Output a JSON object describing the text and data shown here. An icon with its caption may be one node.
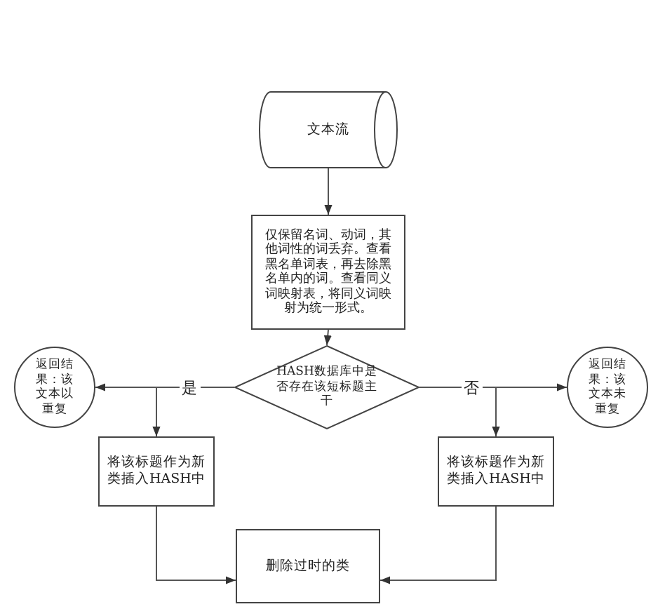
{
  "diagram": {
    "nodes": [
      {
        "text": [
          "文本流"
        ]
      },
      {
        "text": [
          "仅保留名词、动词，其他词性的词丢弃。查看黑名单词表，再去除黑名单内的词。查看同义词映射表，将同义词映射为统一形式。"
        ]
      },
      {
        "text": [
          "HASH数据库中是否存在该短标题主干"
        ]
      },
      {
        "text": [
          "返回结果：该文本以重复"
        ]
      },
      {
        "text": [
          "返回结果：该文本未重复"
        ]
      },
      {
        "text": [
          "将该标题作为新类插入HASH中"
        ]
      },
      {
        "text": [
          "将该标题作为新类插入HASH中"
        ]
      },
      {
        "text": [
          "删除过时的类"
        ]
      }
    ],
    "edges": [
      {
        "from": 0,
        "to": 1,
        "arrow": "to"
      },
      {
        "from": 1,
        "to": 2,
        "arrow": "to"
      },
      {
        "from": 2,
        "to": 3,
        "arrow": "to",
        "label": "是"
      },
      {
        "from": 2,
        "to": 5,
        "arrow": "to"
      },
      {
        "from": 2,
        "to": 4,
        "arrow": "to",
        "label": "否"
      },
      {
        "from": 2,
        "to": 6,
        "arrow": "to"
      },
      {
        "from": 5,
        "to": 7,
        "arrow": "to"
      },
      {
        "from": 6,
        "to": 7,
        "arrow": "to"
      }
    ]
  }
}
